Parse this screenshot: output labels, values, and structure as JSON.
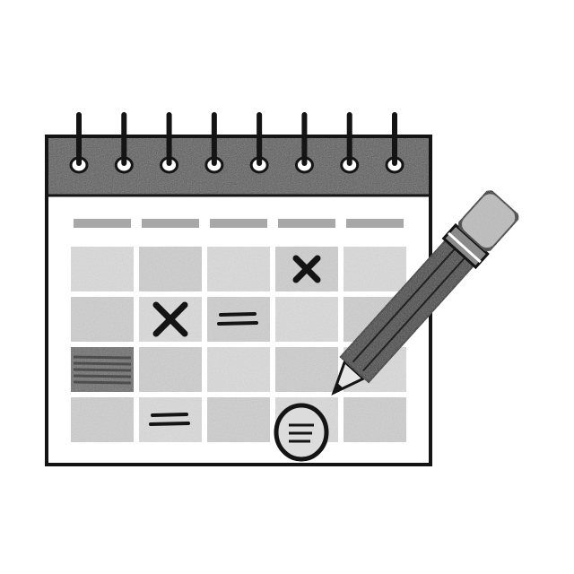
{
  "illustration": {
    "subject": "wall-calendar",
    "colors": {
      "paper": "#ffffff",
      "ink": "#141414",
      "header": "#5a5a5a",
      "weekday_bar": "#a8a8a8",
      "cell": "#cfcfcf",
      "cell_light": "#dcdcdc",
      "cell_dark": "#6a6a6a",
      "pencil_body": "#3a3a3a",
      "pencil_eraser": "#bdbdbd",
      "pencil_wood": "#e6e6e6"
    },
    "spiral_ring_count": 8,
    "weekday_columns": 5,
    "week_rows": 4,
    "marks": [
      {
        "kind": "cross",
        "row": 0,
        "col": 3
      },
      {
        "kind": "cross",
        "row": 1,
        "col": 1
      },
      {
        "kind": "equals",
        "row": 1,
        "col": 2
      },
      {
        "kind": "shaded",
        "row": 2,
        "col": 0
      },
      {
        "kind": "equals",
        "row": 3,
        "col": 1
      },
      {
        "kind": "circled",
        "row": 3,
        "col": 3
      }
    ],
    "icons": [
      "calendar-icon",
      "pencil-icon",
      "spiral-ring-icon",
      "cross-mark-icon",
      "note-lines-icon",
      "circle-mark-icon"
    ]
  }
}
